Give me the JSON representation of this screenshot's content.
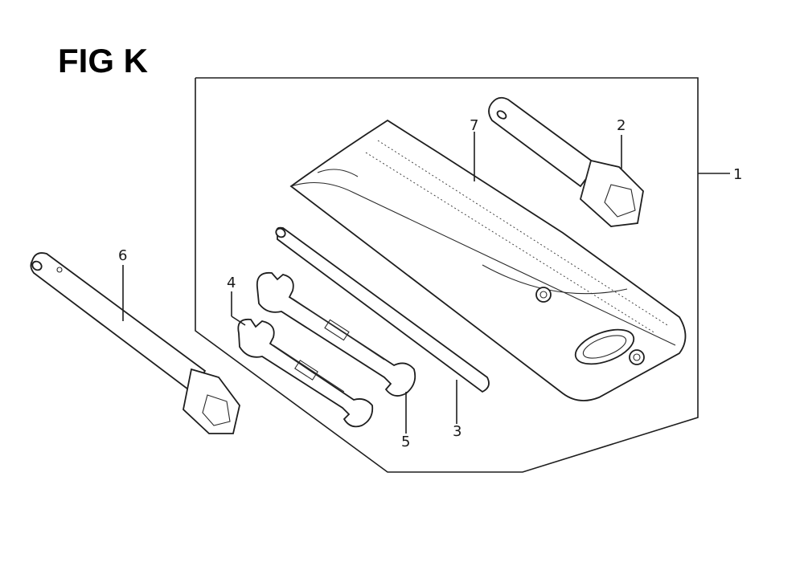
{
  "figure": {
    "title": "FIG K"
  },
  "callouts": {
    "c1": "1",
    "c2": "2",
    "c3": "3",
    "c4": "4",
    "c5": "5",
    "c6": "6",
    "c7": "7"
  }
}
